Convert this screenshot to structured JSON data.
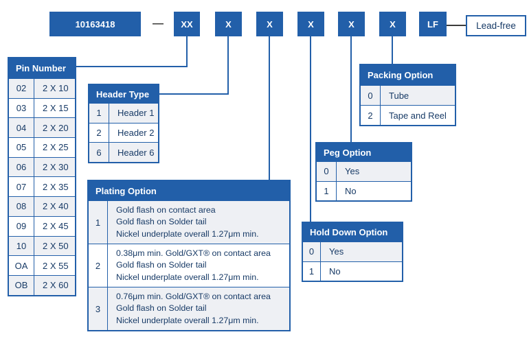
{
  "colors": {
    "brand_blue": "#225FA9",
    "navy_text": "#173A66",
    "row_gray": "#EEF0F4",
    "dark_line": "#3C3C3B"
  },
  "top_row": {
    "part_number": "10163418",
    "separator": "—",
    "codes": [
      "XX",
      "X",
      "X",
      "X",
      "X",
      "X",
      "LF"
    ],
    "lead_free_label": "Lead-free"
  },
  "tables": {
    "pin_number": {
      "title": "Pin Number",
      "rows": [
        [
          "02",
          "2 X 10"
        ],
        [
          "03",
          "2 X 15"
        ],
        [
          "04",
          "2 X 20"
        ],
        [
          "05",
          "2 X 25"
        ],
        [
          "06",
          "2 X 30"
        ],
        [
          "07",
          "2 X 35"
        ],
        [
          "08",
          "2 X 40"
        ],
        [
          "09",
          "2 X 45"
        ],
        [
          "10",
          "2 X 50"
        ],
        [
          "OA",
          "2 X 55"
        ],
        [
          "OB",
          "2 X 60"
        ]
      ]
    },
    "header_type": {
      "title": "Header Type",
      "rows": [
        [
          "1",
          "Header 1"
        ],
        [
          "2",
          "Header 2"
        ],
        [
          "6",
          "Header 6"
        ]
      ]
    },
    "plating_option": {
      "title": "Plating Option",
      "rows": [
        {
          "code": "1",
          "lines": [
            "Gold flash on contact area",
            "Gold flash on Solder tail",
            "Nickel underplate overall 1.27μm min."
          ]
        },
        {
          "code": "2",
          "lines": [
            "0.38μm min. Gold/GXT® on contact area",
            "Gold flash on Solder tail",
            "Nickel underplate overall 1.27μm min."
          ]
        },
        {
          "code": "3",
          "lines": [
            "0.76μm min. Gold/GXT® on contact area",
            "Gold flash on Solder tail",
            "Nickel underplate overall 1.27μm min."
          ]
        }
      ]
    },
    "hold_down_option": {
      "title": "Hold Down Option",
      "rows": [
        [
          "0",
          "Yes"
        ],
        [
          "1",
          "No"
        ]
      ]
    },
    "peg_option": {
      "title": "Peg Option",
      "rows": [
        [
          "0",
          "Yes"
        ],
        [
          "1",
          "No"
        ]
      ]
    },
    "packing_option": {
      "title": "Packing Option",
      "rows": [
        [
          "0",
          "Tube"
        ],
        [
          "2",
          "Tape and Reel"
        ]
      ]
    }
  }
}
